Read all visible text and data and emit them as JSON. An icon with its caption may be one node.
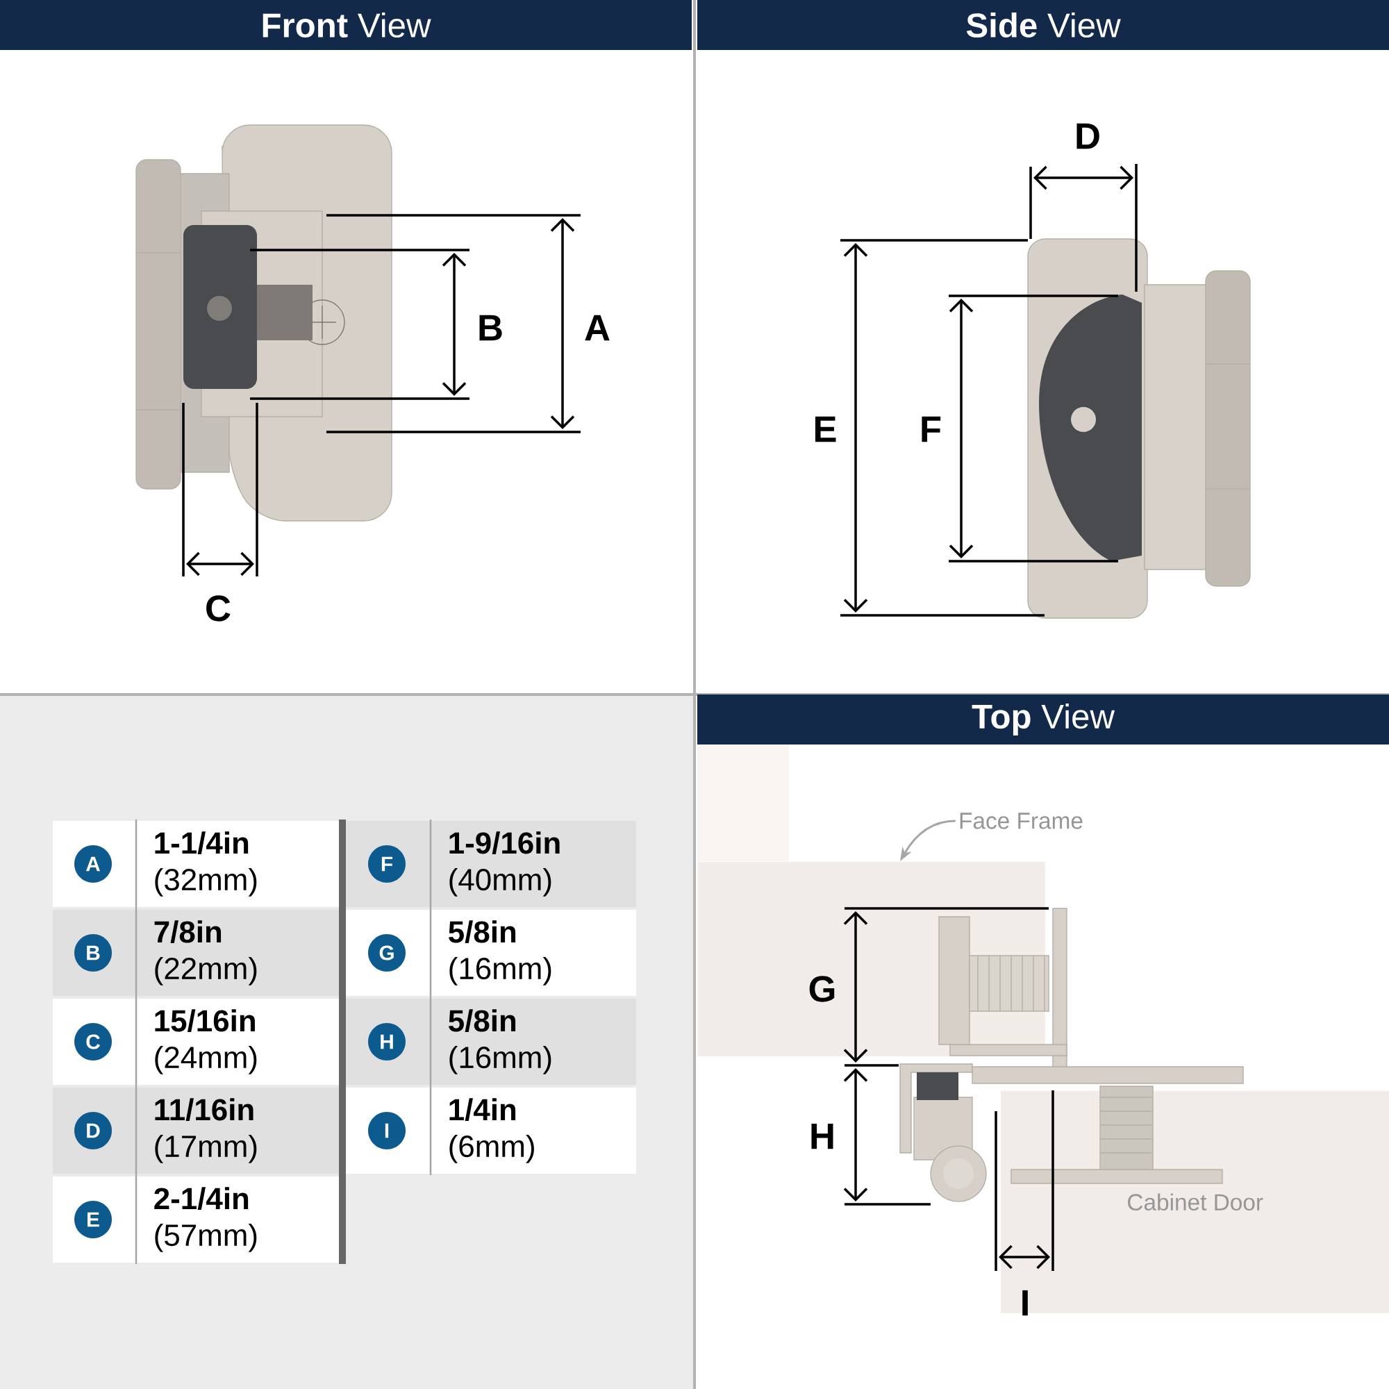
{
  "diagram": {
    "nodes": [
      {
        "text": [
          "Face Frame"
        ]
      },
      {
        "text": [],
        "shape": "box"
      },
      {
        "text": [
          "Cabinet Door"
        ]
      }
    ],
    "edges": [
      {
        "from": 0,
        "to": 1,
        "arrow": "to"
      }
    ],
    "labels": [
      "**Front** View",
      "**Side** View",
      "B",
      "A",
      "C",
      "D",
      "E",
      "F",
      "**Top** View",
      "A",
      "**1-1/4in** (32mm)",
      "F",
      "**1-9/16in** (40mm)",
      "B",
      "**7/8in** (22mm)",
      "G",
      "**5/8in** (16mm)",
      "C",
      "**15/16in** (24mm)",
      "H",
      "**5/8in** (16mm)",
      "D",
      "**11/16in** (17mm)",
      "I",
      "**1/4in** (6mm)",
      "E",
      "**2-1/4in** (57mm)",
      "G",
      "H",
      "I"
    ]
  }
}
